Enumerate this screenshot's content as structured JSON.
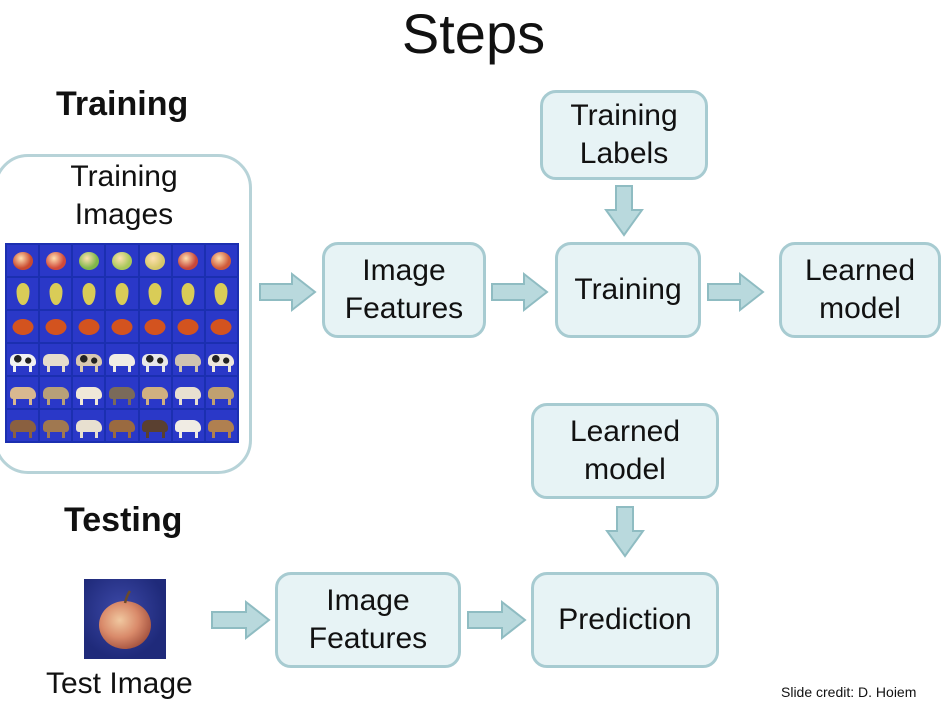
{
  "title": "Steps",
  "sections": {
    "training": "Training",
    "testing": "Testing"
  },
  "training_images": {
    "label": "Training\nImages",
    "rows": [
      "apple",
      "pear",
      "tomato",
      "cow",
      "dog",
      "horse"
    ]
  },
  "boxes": {
    "train_features": "Image\nFeatures",
    "training_labels": "Training\nLabels",
    "training": "Training",
    "learned_model_train": "Learned\nmodel",
    "learned_model_test": "Learned\nmodel",
    "test_features": "Image\nFeatures",
    "prediction": "Prediction"
  },
  "test_image_label": "Test Image",
  "credit": "Slide credit: D. Hoiem",
  "colors": {
    "box_fill": "#e7f3f5",
    "box_border": "#a7cbd1",
    "arrow_fill": "#b9d9dd",
    "arrow_stroke": "#8fbcc2",
    "grid_bg": "#2a38c8"
  }
}
